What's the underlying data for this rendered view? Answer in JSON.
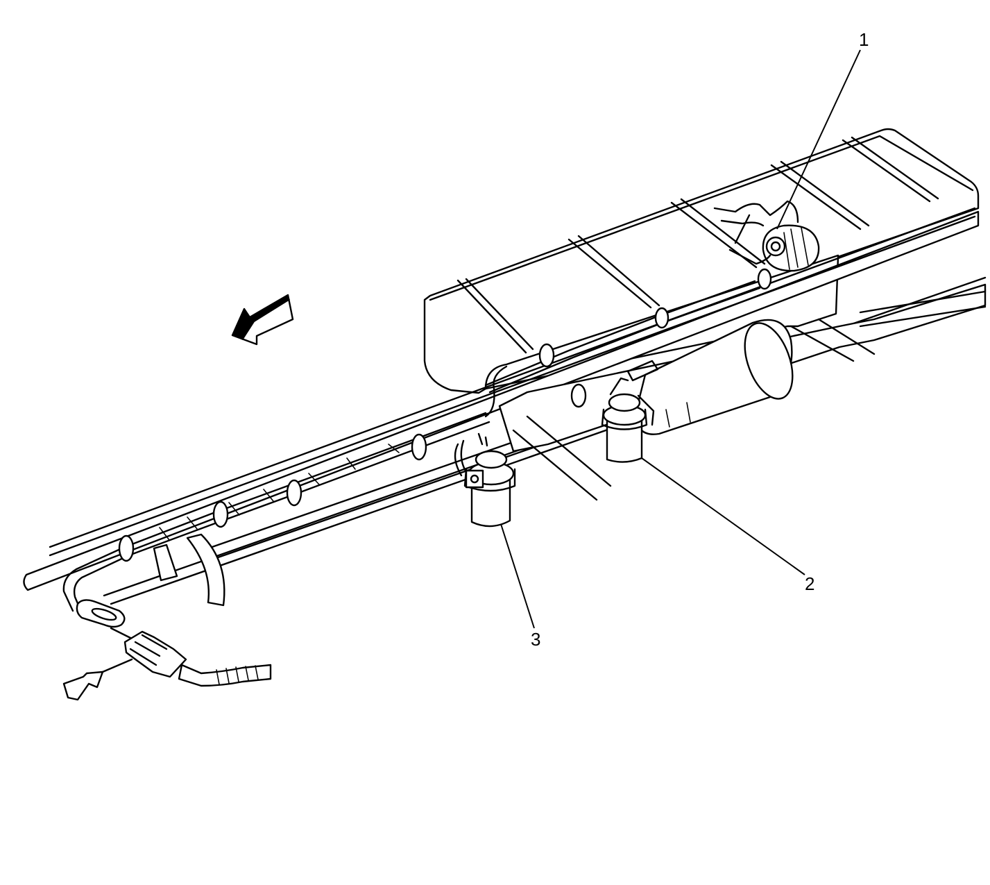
{
  "callouts": [
    {
      "id": "1",
      "text": "1"
    },
    {
      "id": "2",
      "text": "2"
    },
    {
      "id": "3",
      "text": "3"
    }
  ],
  "icons": {
    "direction_arrow": "front-direction-arrow-icon",
    "view_arrow": "view-detail-arrow-icon"
  },
  "colors": {
    "line": "#000000",
    "background": "#ffffff"
  }
}
